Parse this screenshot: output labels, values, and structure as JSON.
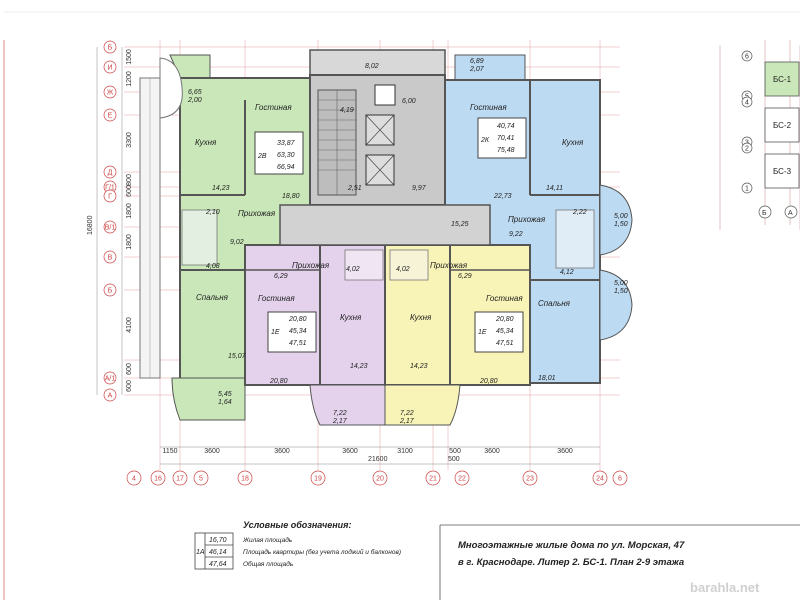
{
  "colors": {
    "green": "#c9e7b8",
    "blue": "#bcdaf2",
    "lilac": "#e4d2ec",
    "yellow": "#f8f3b6",
    "core": "#c9c9c9",
    "wall": "#6a6a6a",
    "gridline": "#e8a0a0",
    "grid_red": "#c44444"
  },
  "apartments": [
    {
      "id": "2B",
      "type_label": "2В",
      "living": "33,87",
      "total": "63,30",
      "with_balcony": "66,94",
      "color": "green",
      "rooms": [
        {
          "name": "Гостиная",
          "area": "18,80"
        },
        {
          "name": "Кухня",
          "area": "14,23"
        },
        {
          "name": "Прихожая",
          "area": "9,02"
        },
        {
          "name": "Спальня",
          "area": "15,07"
        }
      ],
      "extra_areas": [
        "6,65",
        "2,00",
        "2,10",
        "4,08",
        "5,45",
        "1,64"
      ]
    },
    {
      "id": "2K",
      "type_label": "2К",
      "living": "40,74",
      "total": "70,41",
      "with_balcony": "75,48",
      "color": "blue",
      "rooms": [
        {
          "name": "Гостиная",
          "area": "22,73"
        },
        {
          "name": "Кухня",
          "area": "14,11"
        },
        {
          "name": "Прихожая",
          "area": "9,22"
        },
        {
          "name": "Спальня",
          "area": "18,01"
        }
      ],
      "extra_areas": [
        "6,89",
        "2,07",
        "2,22",
        "4,12",
        "5,00",
        "1,50",
        "5,00",
        "1,50"
      ]
    },
    {
      "id": "1E-left",
      "type_label": "1Е",
      "living": "20,80",
      "total": "45,34",
      "with_balcony": "47,51",
      "color": "lilac",
      "rooms": [
        {
          "name": "Гостиная",
          "area": "20,80"
        },
        {
          "name": "Прихожая",
          "area": "6,29"
        },
        {
          "name": "Кухня",
          "area": "14,23"
        }
      ],
      "extra_areas": [
        "4,02",
        "7,22",
        "2,17"
      ]
    },
    {
      "id": "1E-right",
      "type_label": "1Е",
      "living": "20,80",
      "total": "45,34",
      "with_balcony": "47,51",
      "color": "yellow",
      "rooms": [
        {
          "name": "Гостиная",
          "area": "20,80"
        },
        {
          "name": "Прихожая",
          "area": "6,29"
        },
        {
          "name": "Кухня",
          "area": "14,23"
        }
      ],
      "extra_areas": [
        "4,02",
        "7,22",
        "2,17"
      ]
    }
  ],
  "core_areas": [
    "8,02",
    "6,00",
    "4,19",
    "2,51",
    "9,97",
    "15,25"
  ],
  "axes_letters": [
    "Б",
    "И",
    "Ж",
    "Е",
    "Д",
    "Г/1",
    "Г",
    "В/1",
    "В",
    "Б",
    "А/1",
    "А"
  ],
  "axes_letter_dims": [
    "1500",
    "1200",
    "3300",
    "800",
    "600",
    "1800",
    "1800",
    "4100",
    "600",
    "600"
  ],
  "overall_height": "16800",
  "axes_bottom_numbers": [
    "4",
    "16",
    "17",
    "5",
    "18",
    "19",
    "20",
    "21",
    "22",
    "23",
    "24",
    "6"
  ],
  "axes_bottom_dims": [
    "1150",
    "3600",
    "3600",
    "3600",
    "3100",
    "500",
    "3600",
    "3600"
  ],
  "overall_width": "21600",
  "dim_500": "500",
  "sections": [
    {
      "label": "БС-1",
      "active": true,
      "top_axis": "6",
      "bottom_axis": "5"
    },
    {
      "label": "БС-2",
      "active": false,
      "top_axis": "4",
      "bottom_axis": "3"
    },
    {
      "label": "БС-3",
      "active": false,
      "top_axis": "2",
      "bottom_axis": "1"
    }
  ],
  "section_bottom_axes": [
    "Б",
    "А"
  ],
  "legend": {
    "title": "Условные обозначения:",
    "type": "1А",
    "rows": [
      {
        "value": "16,70",
        "text": "Жилая площадь"
      },
      {
        "value": "46,14",
        "text": "Площадь квартиры (без учета лоджий и балконов)"
      },
      {
        "value": "47,64",
        "text": "Общая площадь"
      }
    ]
  },
  "title_lines": [
    "Многоэтажные жилые дома  по ул. Морская, 47",
    "в г. Краснодаре. Литер 2. БС-1. План 2-9 этажа"
  ],
  "watermark": "barahla.net"
}
